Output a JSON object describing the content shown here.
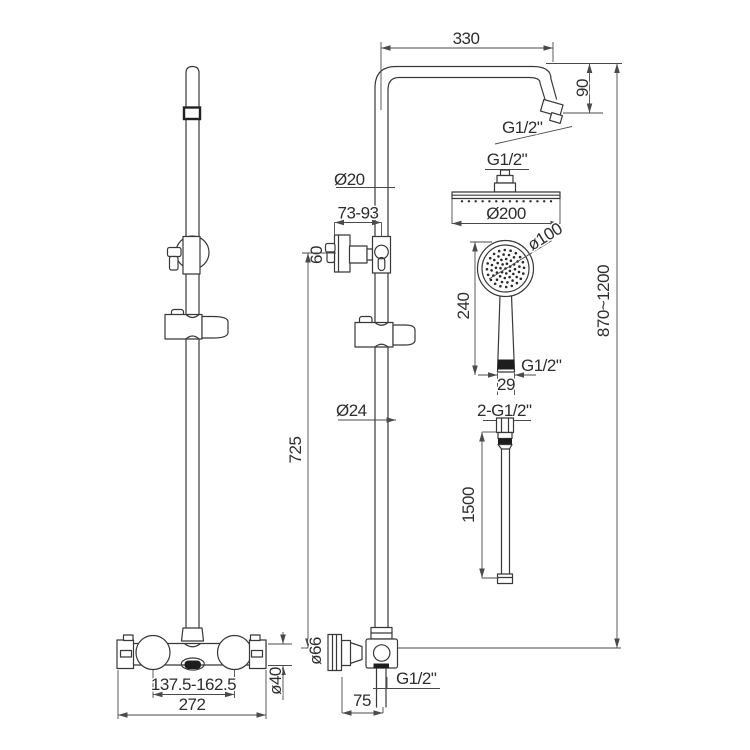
{
  "drawing": {
    "type": "technical-dimension-drawing",
    "subject": "thermostatic-shower-column",
    "views": [
      "front-view",
      "side-view",
      "overhead-shower-detail",
      "hand-shower-detail",
      "hose-detail"
    ],
    "units": "mm"
  },
  "labels": {
    "arm_width": "330",
    "arm_drop": "90",
    "arm_outlet_thread": "G1/2\"",
    "head_inlet_thread": "G1/2\"",
    "head_diameter": "Ø200",
    "rail_upper_diameter": "Ø20",
    "bracket_offset": "73-93",
    "bracket_plate_size": "60",
    "handset_diameter": "ø100",
    "handset_length": "240",
    "handset_outlet_width": "29",
    "handset_thread": "G1/2\"",
    "rail_lower_diameter": "Ø24",
    "hose_threads": "2-G1/2\"",
    "hose_length": "1500",
    "rail_span": "725",
    "overall_height": "870~1200",
    "valve_knob_diameter": "ø66",
    "valve_outlet_thread": "G1/2\"",
    "valve_wall_offset": "75",
    "valve_inlet_centers": "137.5-162.5",
    "valve_width": "272",
    "valve_body_diameter": "ø40"
  }
}
